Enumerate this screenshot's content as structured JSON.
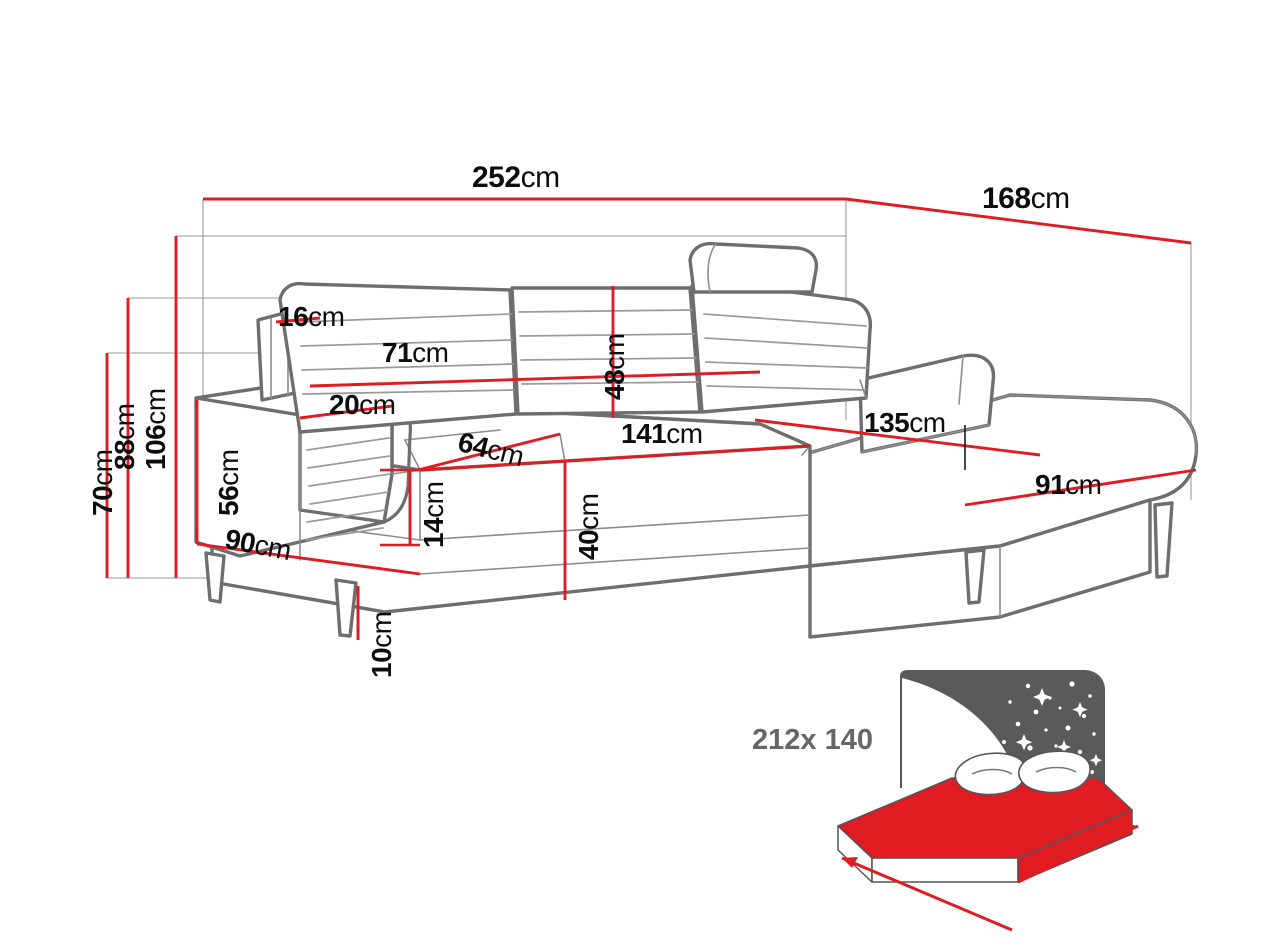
{
  "diagram": {
    "title": "Corner sofa bed dimension diagram",
    "background_color": "#ffffff",
    "dimension_line_color": "#e01b22",
    "guide_line_color": "#8a8a8a",
    "outline_color": "#6e6e6e",
    "label_color": "#0d0d0d",
    "unit": "cm"
  },
  "dimensions": {
    "overall_width": {
      "value": "252",
      "unit": "cm",
      "orientation": "horizontal"
    },
    "chaise_depth": {
      "value": "168",
      "unit": "cm",
      "orientation": "horizontal"
    },
    "total_height": {
      "value": "106",
      "unit": "cm",
      "orientation": "vertical"
    },
    "backrest_height": {
      "value": "88",
      "unit": "cm",
      "orientation": "vertical"
    },
    "armrest_height": {
      "value": "70",
      "unit": "cm",
      "orientation": "vertical"
    },
    "sofa_depth": {
      "value": "90",
      "unit": "cm",
      "orientation": "diagonal"
    },
    "armrest_depth": {
      "value": "56",
      "unit": "cm",
      "orientation": "vertical"
    },
    "headrest_thickness": {
      "value": "16",
      "unit": "cm",
      "orientation": "horizontal"
    },
    "backrest_width": {
      "value": "71",
      "unit": "cm",
      "orientation": "horizontal"
    },
    "armrest_width": {
      "value": "20",
      "unit": "cm",
      "orientation": "horizontal"
    },
    "backrest_cushion_height": {
      "value": "48",
      "unit": "cm",
      "orientation": "vertical"
    },
    "seat_depth": {
      "value": "64",
      "unit": "cm",
      "orientation": "diagonal"
    },
    "seat_width": {
      "value": "141",
      "unit": "cm",
      "orientation": "horizontal"
    },
    "seat_cushion_thickness": {
      "value": "14",
      "unit": "cm",
      "orientation": "vertical"
    },
    "seat_height": {
      "value": "40",
      "unit": "cm",
      "orientation": "vertical"
    },
    "leg_height": {
      "value": "10",
      "unit": "cm",
      "orientation": "vertical"
    },
    "chaise_seat_width": {
      "value": "135",
      "unit": "cm",
      "orientation": "horizontal"
    },
    "chaise_seat_depth": {
      "value": "91",
      "unit": "cm",
      "orientation": "horizontal"
    }
  },
  "sleeping_area": {
    "label": "212x 140",
    "icon": "bed-with-night-sky-icon",
    "mattress_color": "#e01b22",
    "headboard_color": "#5a5a5a",
    "text_color": "#666666"
  }
}
